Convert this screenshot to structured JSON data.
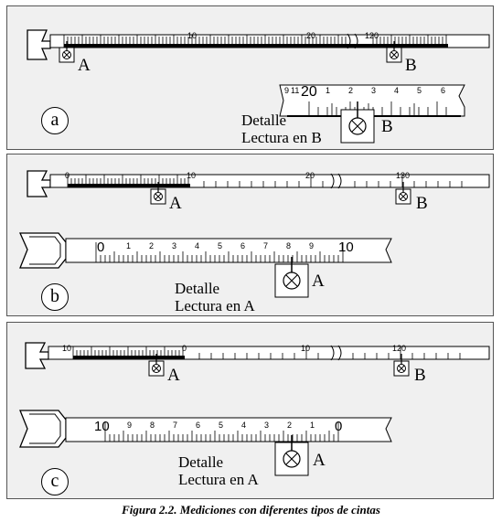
{
  "panels": [
    {
      "id": "a",
      "label": "a",
      "marker_a": "A",
      "marker_b": "B",
      "detail_line1": "Detalle",
      "detail_line2": "Lectura en B",
      "detail_marker": "B",
      "tape_numbers": [
        "10",
        "20",
        "120"
      ],
      "detail_numbers": [
        "9",
        "11",
        "20",
        "1",
        "2",
        "3",
        "4",
        "5",
        "6"
      ]
    },
    {
      "id": "b",
      "label": "b",
      "marker_a": "A",
      "marker_b": "B",
      "detail_line1": "Detalle",
      "detail_line2": "Lectura en A",
      "detail_marker": "A",
      "tape_numbers": [
        "0",
        "10",
        "20",
        "130"
      ],
      "detail_numbers": [
        "0",
        "1",
        "2",
        "3",
        "4",
        "5",
        "6",
        "7",
        "8",
        "9",
        "10"
      ]
    },
    {
      "id": "c",
      "label": "c",
      "marker_a": "A",
      "marker_b": "B",
      "detail_line1": "Detalle",
      "detail_line2": "Lectura en A",
      "detail_marker": "A",
      "tape_numbers": [
        "10",
        "0",
        "10",
        "120"
      ],
      "detail_numbers": [
        "10",
        "9",
        "8",
        "7",
        "6",
        "5",
        "4",
        "3",
        "2",
        "1",
        "0"
      ]
    }
  ],
  "caption": "Figura 2.2. Mediciones con diferentes tipos de cintas"
}
